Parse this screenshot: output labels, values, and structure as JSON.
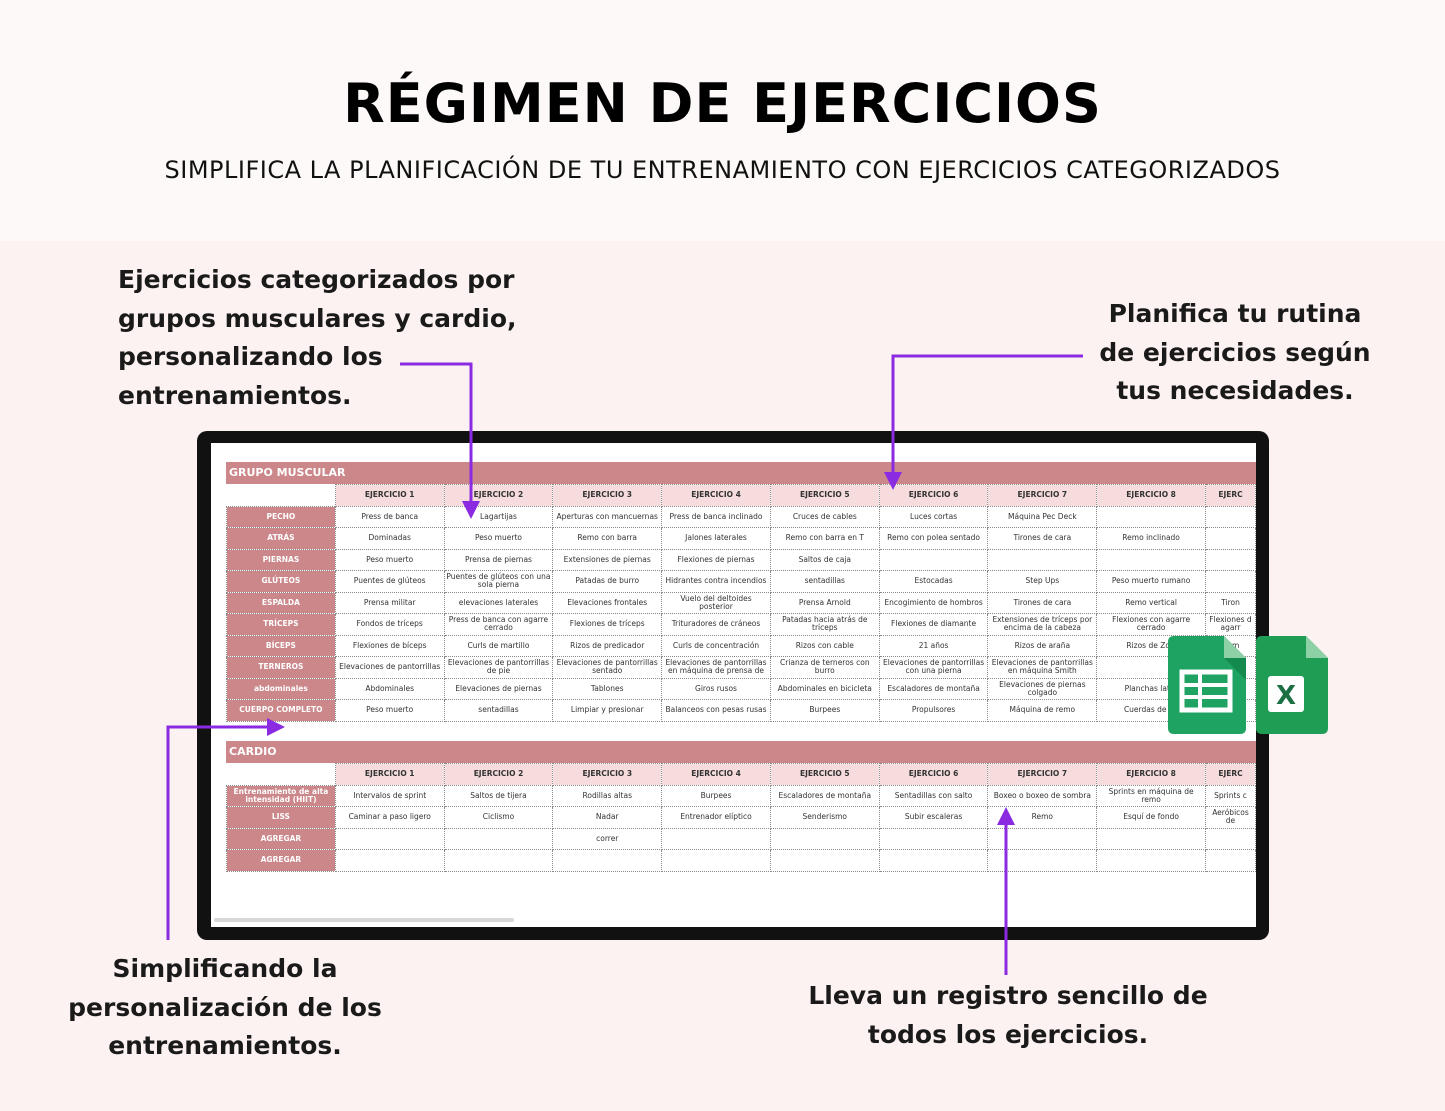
{
  "header": {
    "title": "RÉGIMEN DE EJERCICIOS",
    "subtitle": "SIMPLIFICA LA PLANIFICACIÓN DE TU ENTRENAMIENTO CON EJERCICIOS CATEGORIZADOS"
  },
  "callouts": {
    "top_left": [
      "Ejercicios categorizados por",
      "grupos musculares y cardio,",
      "personalizando los",
      "entrenamientos."
    ],
    "top_right": [
      "Planifica tu rutina",
      "de ejercicios según",
      "tus necesidades."
    ],
    "bottom_left": [
      "Simplificando la",
      "personalización de los",
      "entrenamientos."
    ],
    "bottom_right": [
      "Lleva un registro sencillo de",
      "todos los ejercicios."
    ]
  },
  "sheet": {
    "muscle_section_title": "GRUPO MUSCULAR",
    "cardio_section_title": "CARDIO",
    "columns": [
      "EJERCICIO 1",
      "EJERCICIO 2",
      "EJERCICIO 3",
      "EJERCICIO 4",
      "EJERCICIO 5",
      "EJERCICIO 6",
      "EJERCICIO 7",
      "EJERCICIO 8",
      "EJERC"
    ],
    "muscle_rows": [
      {
        "label": "PECHO",
        "cells": [
          "Press de banca",
          "Lagartijas",
          "Aperturas con mancuernas",
          "Press de banca inclinado",
          "Cruces de cables",
          "Luces cortas",
          "Máquina Pec Deck",
          "",
          ""
        ]
      },
      {
        "label": "ATRÁS",
        "cells": [
          "Dominadas",
          "Peso muerto",
          "Remo con barra",
          "Jalones laterales",
          "Remo con barra en T",
          "Remo con polea sentado",
          "Tirones de cara",
          "Remo inclinado",
          ""
        ]
      },
      {
        "label": "PIERNAS",
        "cells": [
          "Peso muerto",
          "Prensa de piernas",
          "Extensiones de piernas",
          "Flexiones de piernas",
          "Saltos de caja",
          "",
          "",
          "",
          ""
        ]
      },
      {
        "label": "GLÚTEOS",
        "cells": [
          "Puentes de glúteos",
          "Puentes de glúteos con una sola pierna",
          "Patadas de burro",
          "Hidrantes contra incendios",
          "sentadillas",
          "Estocadas",
          "Step Ups",
          "Peso muerto rumano",
          ""
        ]
      },
      {
        "label": "ESPALDA",
        "cells": [
          "Prensa militar",
          "elevaciones laterales",
          "Elevaciones frontales",
          "Vuelo del deltoides posterior",
          "Prensa Arnold",
          "Encogimiento de hombros",
          "Tirones de cara",
          "Remo vertical",
          "Tiron"
        ]
      },
      {
        "label": "TRÍCEPS",
        "cells": [
          "Fondos de tríceps",
          "Press de banca con agarre cerrado",
          "Flexiones de tríceps",
          "Trituradores de cráneos",
          "Patadas hacia atrás de tríceps",
          "Flexiones de diamante",
          "Extensiones de tríceps por encima de la cabeza",
          "Flexiones con agarre cerrado",
          "Flexiones d agarr"
        ]
      },
      {
        "label": "BÍCEPS",
        "cells": [
          "Flexiones de bíceps",
          "Curls de martillo",
          "Rizos de predicador",
          "Curls de concentración",
          "Rizos con cable",
          "21 años",
          "Rizos de araña",
          "Rizos de Zott",
          "Dom"
        ]
      },
      {
        "label": "TERNEROS",
        "cells": [
          "Elevaciones de pantorrillas",
          "Elevaciones de pantorrillas de pie",
          "Elevaciones de pantorrillas sentado",
          "Elevaciones de pantorrillas en máquina de prensa de",
          "Crianza de terneros con burro",
          "Elevaciones de pantorrillas con una pierna",
          "Elevaciones de pantorrillas en máquina Smith",
          "",
          ""
        ]
      },
      {
        "label": "abdominales",
        "cells": [
          "Abdominales",
          "Elevaciones de piernas",
          "Tablones",
          "Giros rusos",
          "Abdominales en bicicleta",
          "Escaladores de montaña",
          "Elevaciones de piernas colgado",
          "Planchas later",
          ""
        ]
      },
      {
        "label": "CUERPO COMPLETO",
        "cells": [
          "Peso muerto",
          "sentadillas",
          "Limpiar y presionar",
          "Balanceos con pesas rusas",
          "Burpees",
          "Propulsores",
          "Máquina de remo",
          "Cuerdas de ba",
          ""
        ]
      }
    ],
    "cardio_rows": [
      {
        "label": "Entrenamiento de alta intensidad (HIIT)",
        "cells": [
          "Intervalos de sprint",
          "Saltos de tijera",
          "Rodillas altas",
          "Burpees",
          "Escaladores de montaña",
          "Sentadillas con salto",
          "Boxeo o boxeo de sombra",
          "Sprints en máquina de remo",
          "Sprints c"
        ]
      },
      {
        "label": "LISS",
        "cells": [
          "Caminar a paso ligero",
          "Ciclismo",
          "Nadar",
          "Entrenador elíptico",
          "Senderismo",
          "Subir escaleras",
          "Remo",
          "Esquí de fondo",
          "Aeróbicos de"
        ]
      },
      {
        "label": "AGREGAR",
        "cells": [
          "",
          "",
          "correr",
          "",
          "",
          "",
          "",
          "",
          ""
        ]
      },
      {
        "label": "AGREGAR",
        "cells": [
          "",
          "",
          "",
          "",
          "",
          "",
          "",
          "",
          ""
        ]
      }
    ]
  },
  "icons": [
    "google-sheets-icon",
    "excel-icon"
  ],
  "colors": {
    "accent": "#8a2be2",
    "band": "#cb878a",
    "header_cell": "#f6dcdc",
    "sheets_green": "#1ea362",
    "excel_green": "#1d7044"
  }
}
